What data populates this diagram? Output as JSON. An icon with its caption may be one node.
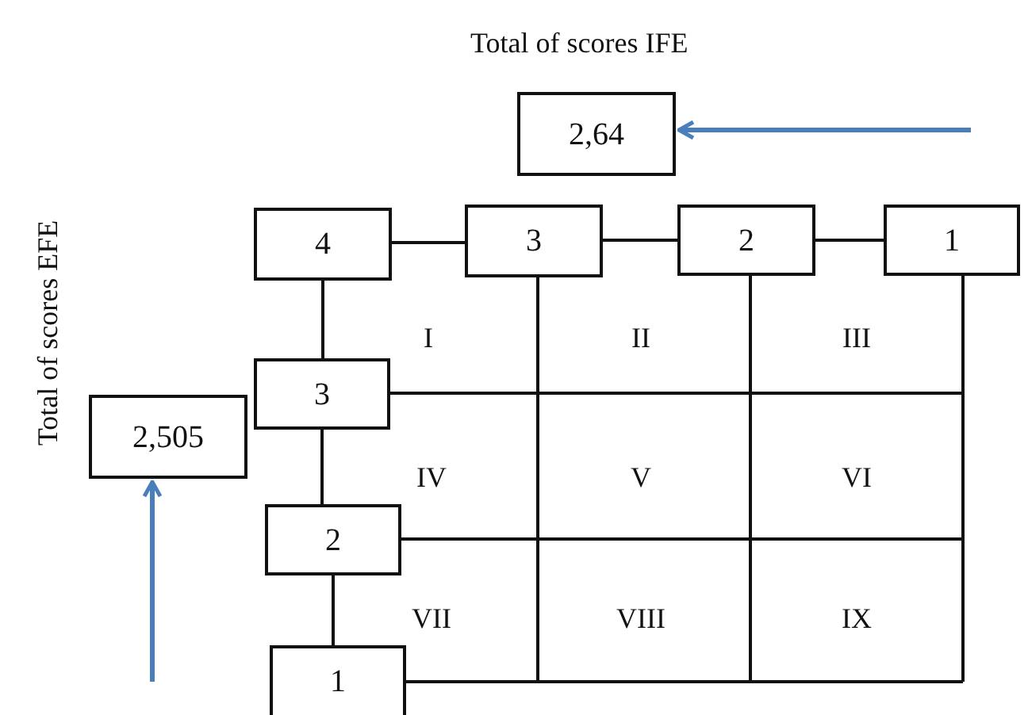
{
  "diagram": {
    "nodes": [
      {
        "text": [
          "2,64"
        ]
      },
      {
        "text": [
          "4"
        ]
      },
      {
        "text": [
          "3"
        ]
      },
      {
        "text": [
          "2"
        ]
      },
      {
        "text": [
          "1"
        ]
      },
      {
        "text": [
          "3"
        ]
      },
      {
        "text": [
          "2"
        ]
      },
      {
        "text": [
          "1"
        ]
      },
      {
        "text": [
          "2,505"
        ]
      }
    ],
    "edges": [
      {
        "from": null,
        "to": 0,
        "arrow": "to",
        "color": "#4a7ebb"
      },
      {
        "from": 1,
        "to": 2,
        "arrow": "none"
      },
      {
        "from": 2,
        "to": 3,
        "arrow": "none"
      },
      {
        "from": 3,
        "to": 4,
        "arrow": "none"
      },
      {
        "from": 1,
        "to": 5,
        "arrow": "none"
      },
      {
        "from": 5,
        "to": 6,
        "arrow": "none"
      },
      {
        "from": 6,
        "to": 7,
        "arrow": "none"
      },
      {
        "from": null,
        "to": 8,
        "arrow": "to",
        "color": "#4a7ebb"
      }
    ],
    "labels": [
      "Total of scores IFE",
      "Total of scores EFE",
      "I",
      "II",
      "III",
      "IV",
      "V",
      "VI",
      "VII",
      "VIII",
      "IX"
    ]
  }
}
